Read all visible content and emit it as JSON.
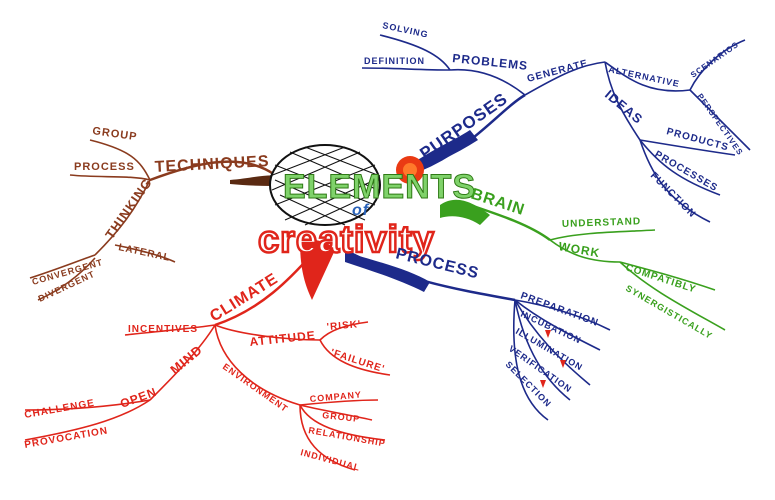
{
  "center": {
    "title_line1": "ELEMENTS",
    "title_of": "of",
    "title_line2": "creativity"
  },
  "colors": {
    "techniques": "#8a3b1e",
    "purposes": "#1d2a8a",
    "brain": "#3aa01e",
    "process": "#1d2a8a",
    "climate": "#e0251b"
  },
  "icons": [
    "brain-sketch-icon",
    "sun-icon"
  ],
  "techniques": {
    "label": "TECHNIQUES",
    "group": "GROUP",
    "process": "PROCESS",
    "thinking": "THINKING",
    "convergent": "CONVERGENT",
    "divergent": "DIVERGENT",
    "lateral": "LATERAL"
  },
  "purposes": {
    "label": "PURPOSES",
    "problems": "PROBLEMS",
    "solving": "SOLVING",
    "definition": "DEFINITION",
    "generate": "GENERATE",
    "alternative": "ALTERNATIVE",
    "scenarios": "SCENARIOS",
    "perspectives": "PERSPECTIVES",
    "ideas": "IDEAS",
    "products": "PRODUCTS",
    "processes": "PROCESSES",
    "function": "FUNCTION"
  },
  "brain": {
    "label": "BRAIN",
    "understand": "UNDERSTAND",
    "work": "WORK",
    "compatibly": "COMPATIBLY",
    "synergistically": "SYNERGISTICALLY"
  },
  "process": {
    "label": "PROCESS",
    "preparation": "PREPARATION",
    "incubation": "INCUBATION",
    "illumination": "ILLUMINATION",
    "verification": "VERIFICATION",
    "selection": "SELECTION"
  },
  "climate": {
    "label": "CLIMATE",
    "incentives": "INCENTIVES",
    "attitude": "ATTITUDE",
    "risk": "'RISK'",
    "failure": "'FAILURE'",
    "mind": "MIND",
    "open": "OPEN",
    "challenge": "CHALLENGE",
    "provocation": "PROVOCATION",
    "environment": "ENVIRONMENT",
    "company": "COMPANY",
    "group": "GROUP",
    "relationship": "RELATIONSHIP",
    "individual": "INDIVIDUAL"
  }
}
